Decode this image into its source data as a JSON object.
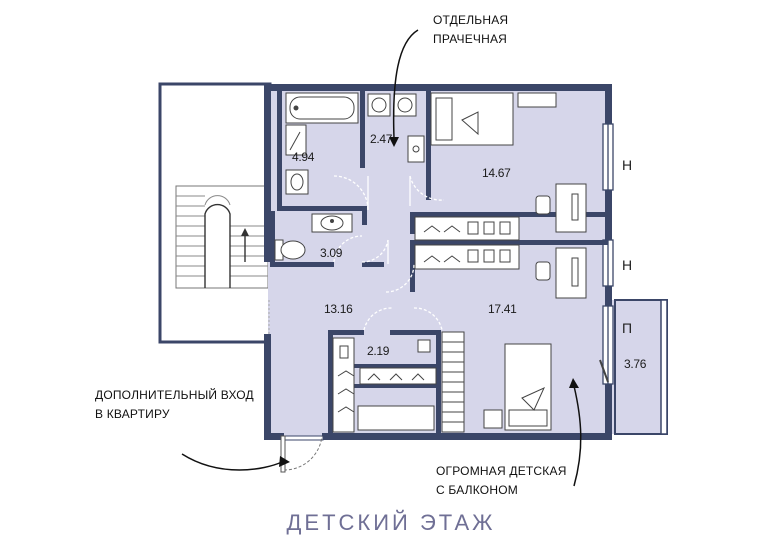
{
  "annotations": {
    "laundry": "ОТДЕЛЬНАЯ\nПРАЧЕЧНАЯ",
    "entrance": "ДОПОЛНИТЕЛЬНЫЙ ВХОД\nВ КВАРТИРУ",
    "kids_room": "ОГРОМНАЯ ДЕТСКАЯ\nС БАЛКОНОМ"
  },
  "areas": {
    "bathroom": "4.94",
    "laundry": "2.47",
    "bedroom_top": "14.67",
    "wc": "3.09",
    "hall": "13.16",
    "bedroom_bottom": "17.41",
    "closet": "2.19",
    "balcony": "3.76"
  },
  "window_marks": {
    "top": "Н",
    "middle": "Н",
    "balcony": "П"
  },
  "floor_title": "ДЕТСКИЙ ЭТАЖ",
  "colors": {
    "wall": "#3b4668",
    "floor": "#d6d6ea",
    "caption": "#6f6f95"
  }
}
